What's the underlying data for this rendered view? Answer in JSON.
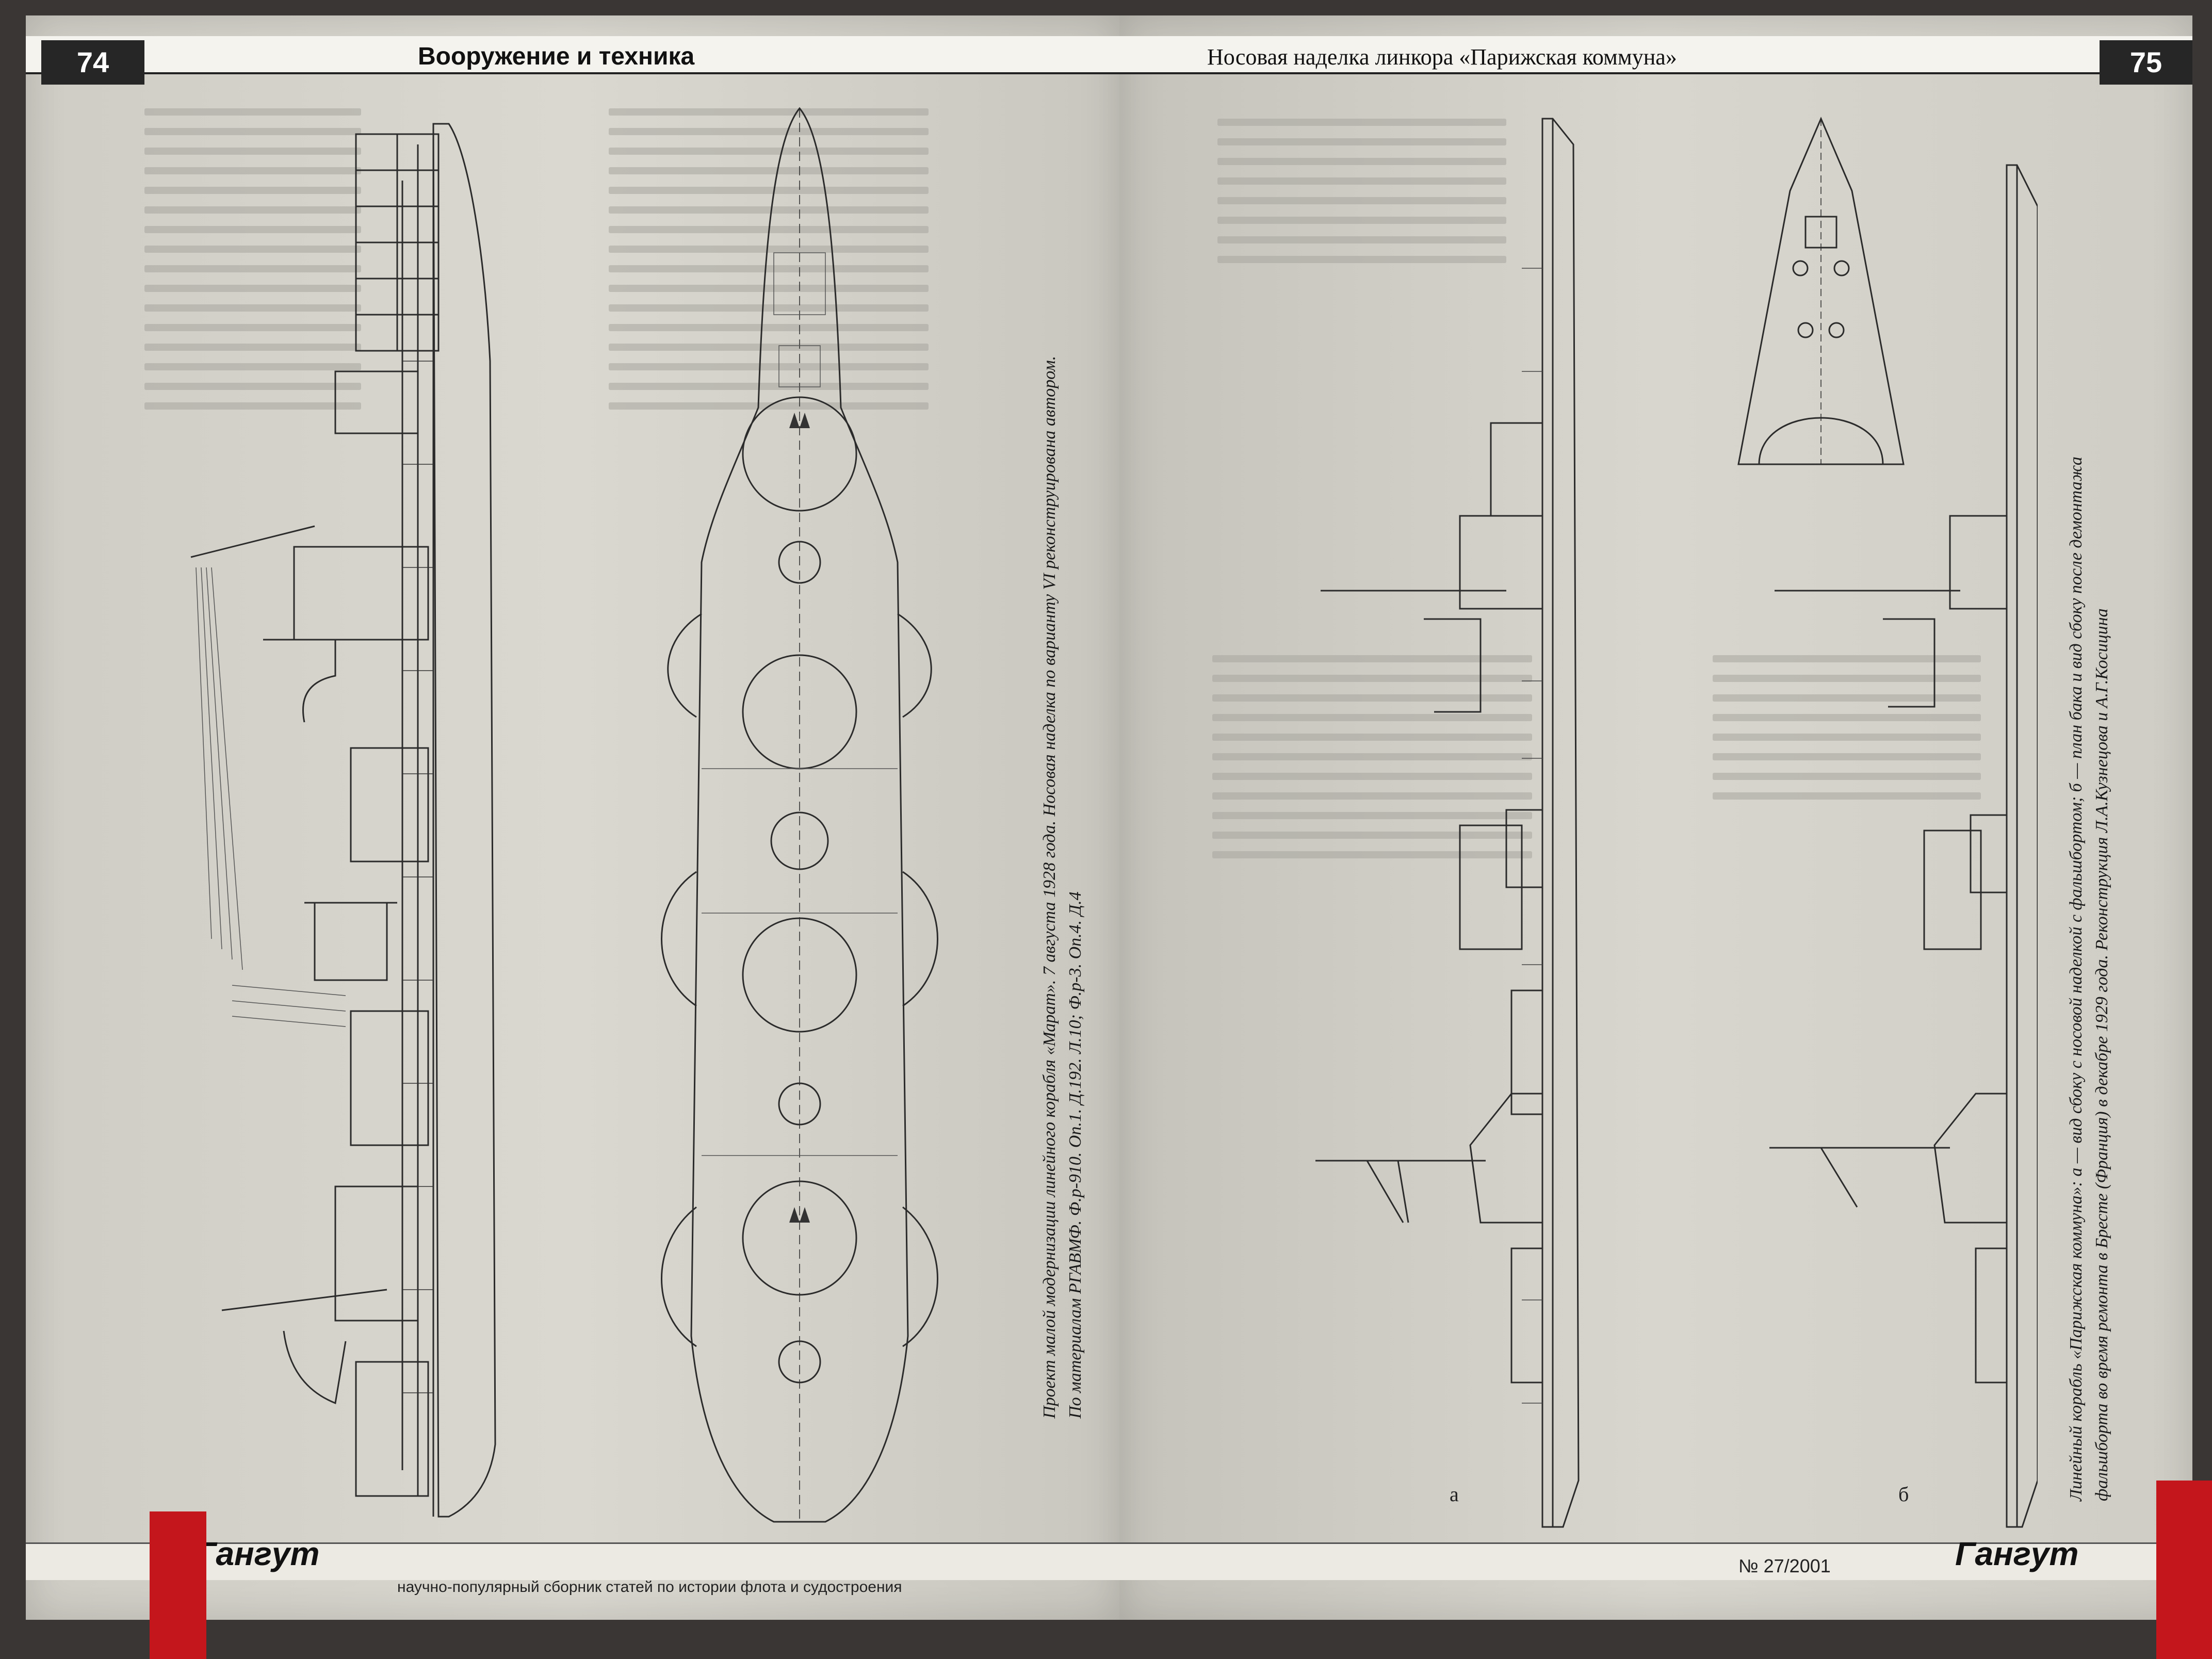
{
  "left_page": {
    "page_number": "74",
    "section_title": "Вооружение и техника",
    "logo": "Гангут",
    "footer_text": "научно-популярный сборник статей по истории флота и судостроения",
    "caption_line1": "Проект малой модернизации линейного корабля «Марат». 7 августа 1928 года. Носовая наделка по варианту VI реконструирована автором.",
    "caption_line2": "По материалам РГАВМФ. Ф.р-910. Оп.1. Д.192. Л.10; Ф.р-3. Оп.4. Д.4"
  },
  "right_page": {
    "page_number": "75",
    "article_title": "Носовая наделка линкора «Парижская коммуна»",
    "issue": "№ 27/2001",
    "logo": "Гангут",
    "caption_line1": "Линейный корабль «Парижская коммуна»: а — вид сбоку с носовой наделкой с фальшбортом; б — план бака и вид сбоку после демонтажа",
    "caption_line2": "фальшборта во время ремонта в Бресте (Франция) в декабре 1929 года. Реконструкция Л.А.Кузнецова и А.Г.Косицина",
    "figure_letter_a": "а",
    "figure_letter_b": "б"
  }
}
